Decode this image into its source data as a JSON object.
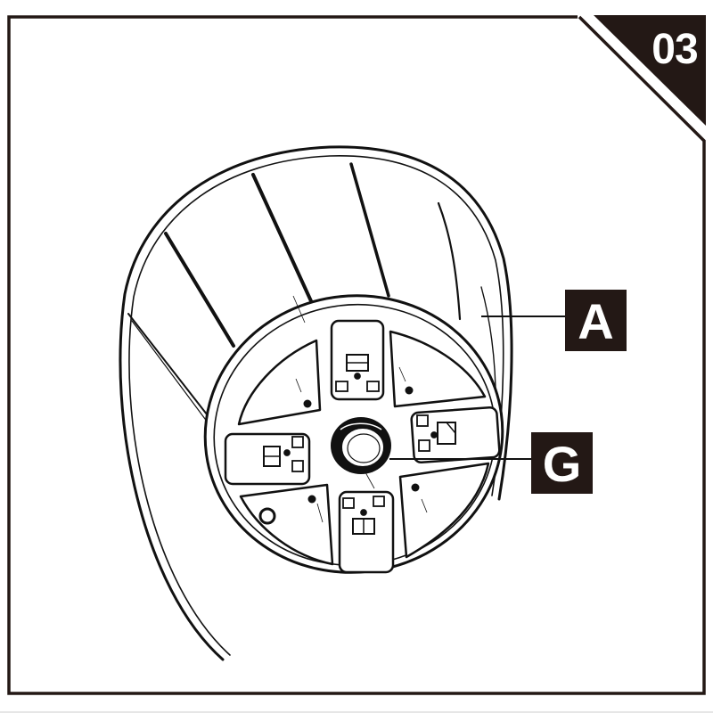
{
  "diagram": {
    "step_number": "03",
    "callouts": [
      {
        "id": "A",
        "label": "A",
        "target": "pot-body"
      },
      {
        "id": "G",
        "label": "G",
        "target": "center-hub"
      }
    ],
    "colors": {
      "frame": "#231815",
      "badge_fill": "#231815",
      "callout_fill": "#231815",
      "callout_text": "#ffffff",
      "line_art": "#111111",
      "background": "#ffffff"
    },
    "parts": {
      "pot_body": {
        "description": "tapered ribbed planter shell",
        "rib_count": 6
      },
      "base_plate": {
        "description": "round base with four triangular segments and four rectangular clip tabs"
      },
      "center_hub": {
        "description": "central threaded ring"
      }
    }
  }
}
